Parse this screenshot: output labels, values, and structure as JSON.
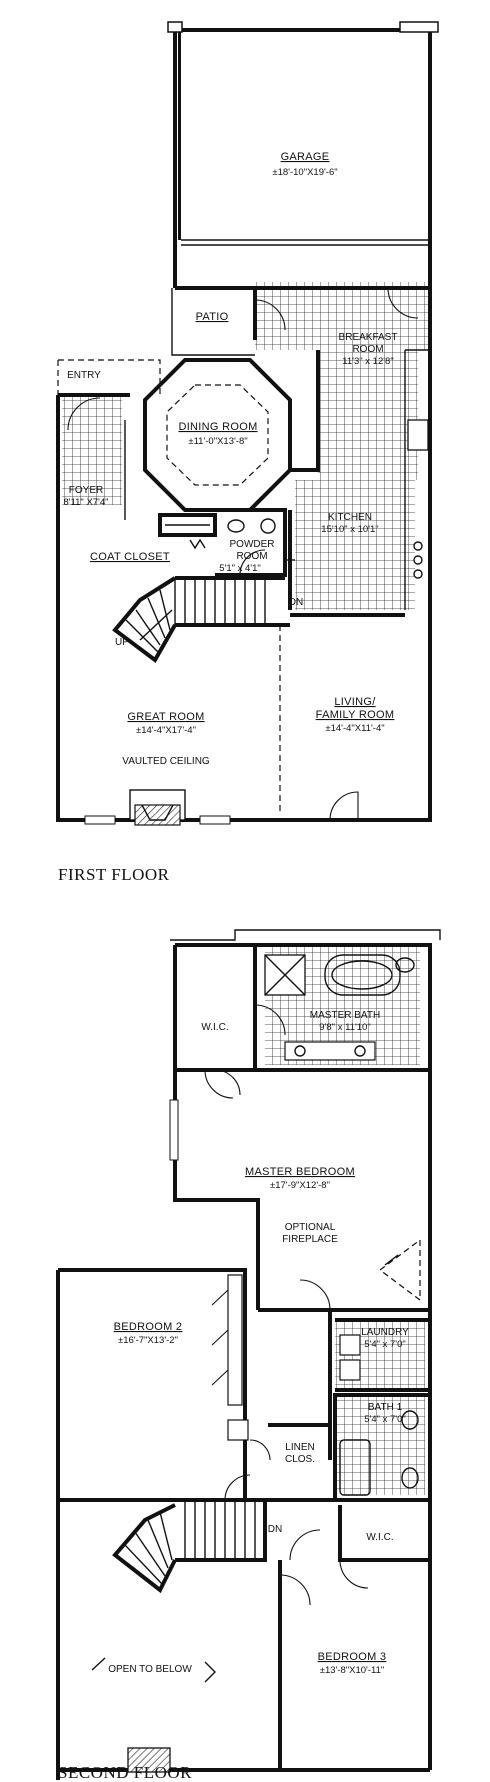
{
  "first_floor": {
    "title": "FIRST FLOOR",
    "rooms": {
      "garage": {
        "name": "GARAGE",
        "dim": "±18'-10\"X19'-6\""
      },
      "patio": {
        "name": "PATIO"
      },
      "breakfast": {
        "name1": "BREAKFAST",
        "name2": "ROOM",
        "dim": "11'3\" x 12'8\""
      },
      "entry": {
        "name": "ENTRY"
      },
      "dining": {
        "name": "DINING ROOM",
        "dim": "±11'-0\"X13'-8\""
      },
      "foyer": {
        "name": "FOYER",
        "dim": "8'11\" X7'4\""
      },
      "kitchen": {
        "name": "KITCHEN",
        "dim": "15'10\" x 10'1\""
      },
      "powder": {
        "name1": "POWDER",
        "name2": "ROOM",
        "dim": "5'1\" x 4'1\""
      },
      "coat_closet": {
        "name": "COAT CLOSET"
      },
      "great": {
        "name": "GREAT ROOM",
        "dim": "±14'-4\"X17'-4\"",
        "note": "VAULTED CEILING"
      },
      "living": {
        "name1": "LIVING/",
        "name2": "FAMILY ROOM",
        "dim": "±14'-4\"X11'-4\""
      }
    },
    "stair_up": "UP",
    "stair_dn": "DN"
  },
  "second_floor": {
    "title": "SECOND FLOOR",
    "rooms": {
      "wic1": {
        "name": "W.I.C."
      },
      "master_bath": {
        "name": "MASTER BATH",
        "dim": "9'8\" x 11'10\""
      },
      "master_bed": {
        "name": "MASTER BEDROOM",
        "dim": "±17'-9\"X12'-8\""
      },
      "fireplace_opt": {
        "line1": "OPTIONAL",
        "line2": "FIREPLACE"
      },
      "laundry": {
        "name": "LAUNDRY",
        "dim": "5'4\" x 7'0\""
      },
      "bedroom2": {
        "name": "BEDROOM 2",
        "dim": "±16'-7\"X13'-2\""
      },
      "bath1": {
        "name": "BATH 1",
        "dim": "5'4\" x 7'0\""
      },
      "linen": {
        "line1": "LINEN",
        "line2": "CLOS."
      },
      "wic2": {
        "name": "W.I.C."
      },
      "bedroom3": {
        "name": "BEDROOM 3",
        "dim": "±13'-8\"X10'-11\""
      },
      "open": {
        "name": "OPEN TO BELOW"
      }
    },
    "stair_dn": "DN"
  }
}
